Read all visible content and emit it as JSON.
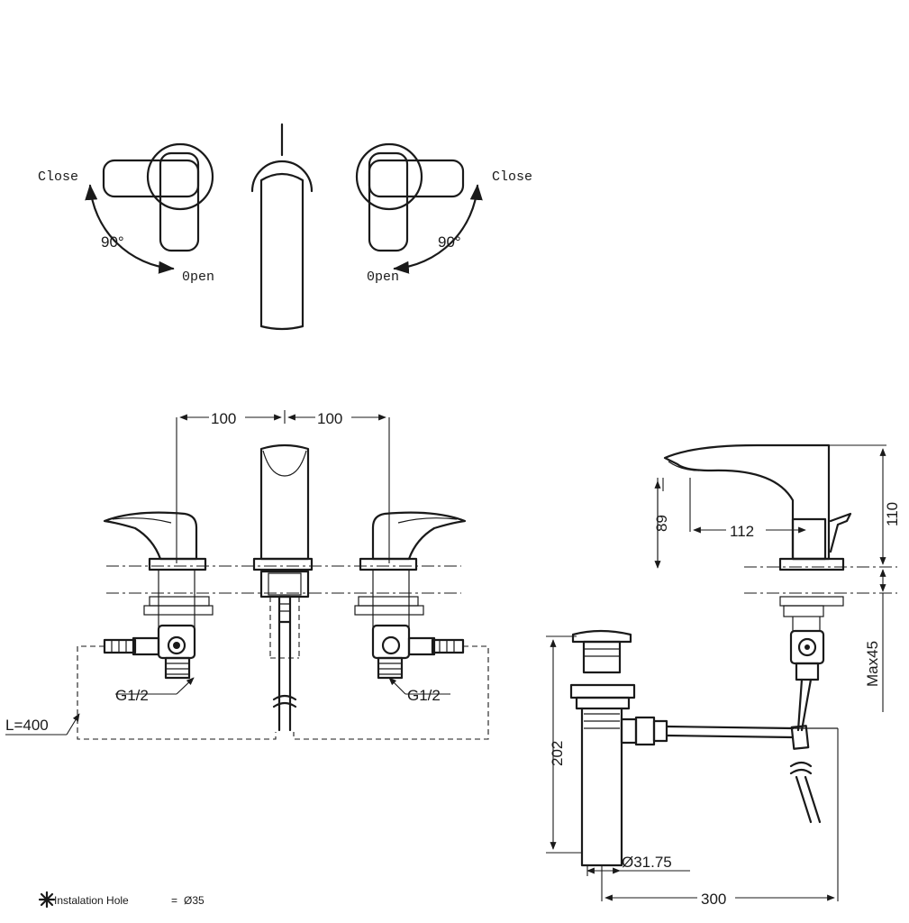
{
  "top_view": {
    "left_close": "Close",
    "left_open": "0pen",
    "left_angle": "90°",
    "right_close": "Close",
    "right_open": "0pen",
    "right_angle": "90°"
  },
  "front_view": {
    "spacing_left": "100",
    "spacing_right": "100",
    "thread_left": "G1/2",
    "thread_right": "G1/2",
    "hose_length": "L=400"
  },
  "side_view": {
    "height_89": "89",
    "reach_112": "112",
    "height_110": "110",
    "max_deck": "Max45",
    "drain_height": "202",
    "drain_diameter": "Ø31.75",
    "drain_distance": "300"
  },
  "footnote": {
    "label": "Instalation Hole",
    "equals": "=",
    "value": "Ø35"
  }
}
